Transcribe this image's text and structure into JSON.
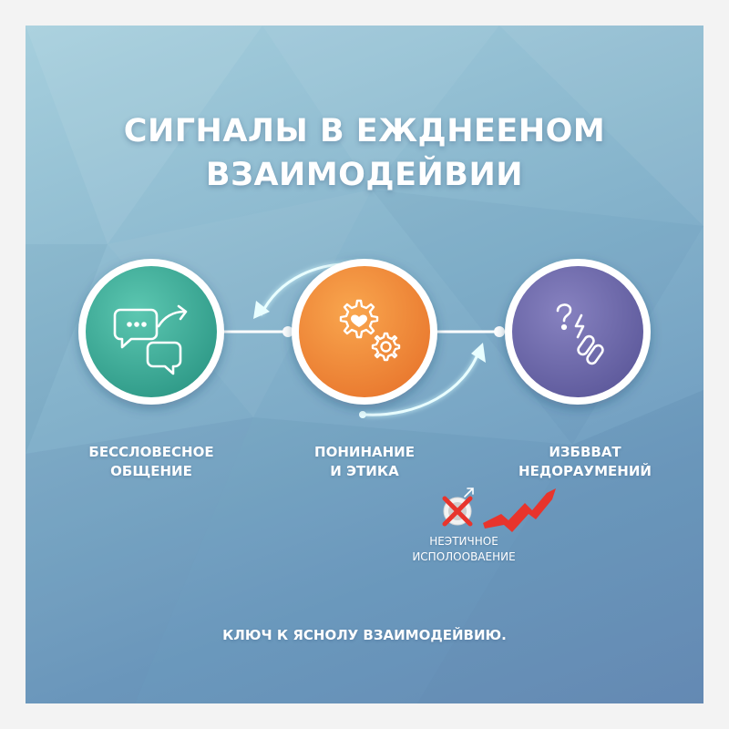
{
  "title": {
    "line1": "СИГНАЛЫ В ЕЖДНЕЕНОМ",
    "line2": "ВЗАИМОДЕЙВИИ"
  },
  "steps": [
    {
      "line1": "БЕССЛОВЕСНОЕ",
      "line2": "ОБЩЕНИЕ",
      "color": "#3fae9a",
      "icon": "chat-bubbles-icon"
    },
    {
      "line1": "ПОНИНАНИЕ",
      "line2": "И ЭТИКА",
      "color": "#f08a3c",
      "icon": "gears-heart-icon"
    },
    {
      "line1": "ИЗБВВАТ",
      "line2": "НЕДОРАУМЕНИЙ",
      "color": "#6b66a8",
      "icon": "question-link-icon"
    }
  ],
  "warning": {
    "line1": "НЕЭТИЧНОЕ",
    "line2": "ИСПОЛООВАЕНИЕ",
    "icons": [
      "cross-mark-icon",
      "zigzag-arrow-icon"
    ],
    "accent": "#e8342c"
  },
  "footer": "КЛЮЧ К ЯСНОЛУ ВЗАИМОДЕЙВИЮ."
}
